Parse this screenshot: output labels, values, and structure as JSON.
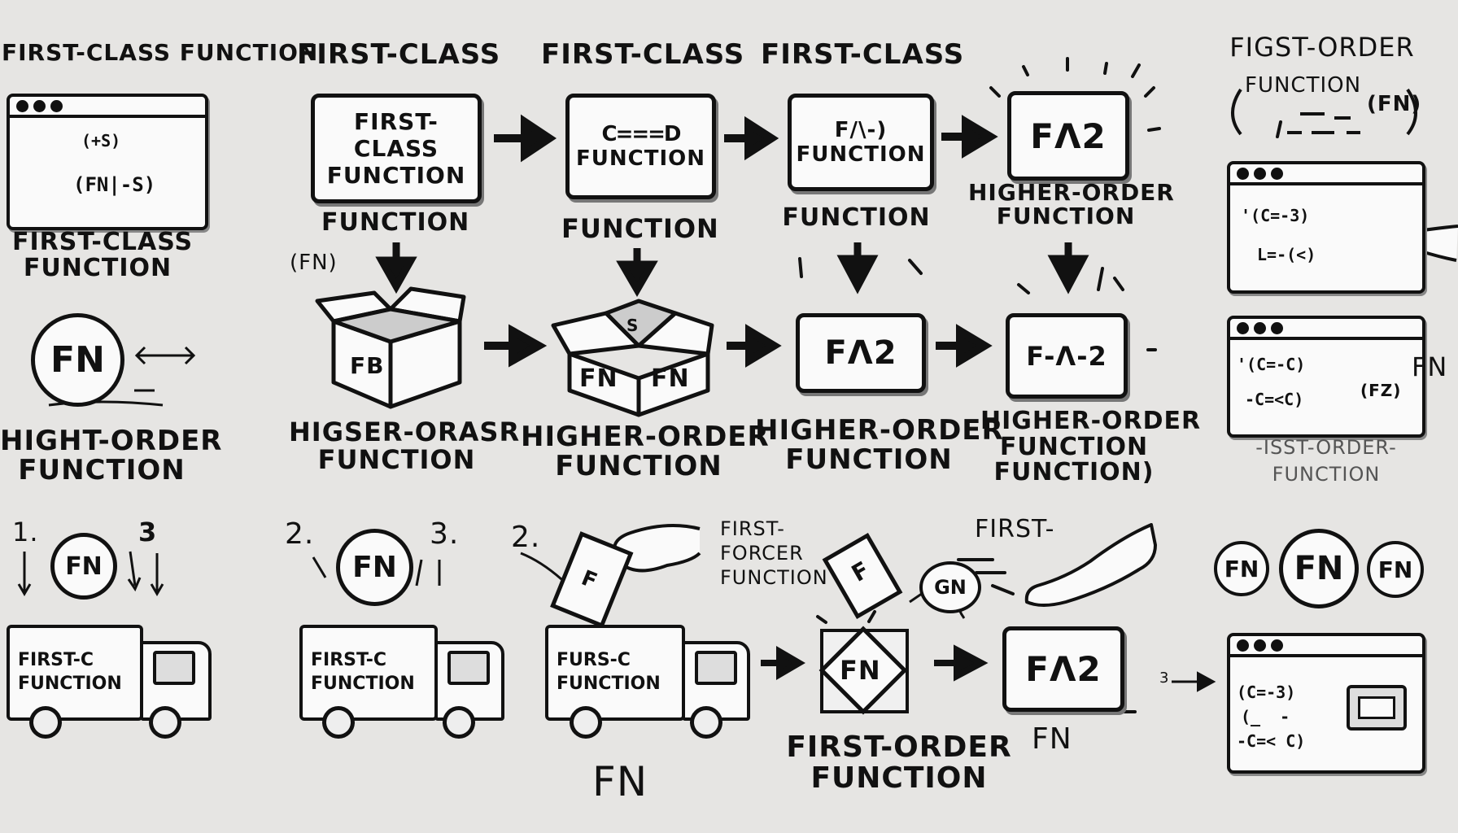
{
  "col1": {
    "top_title": "FIRST-CLASS FUNCTION",
    "window_code_l1": "(+S)",
    "window_code_l2": "(FN|-S)",
    "label_first_class_l1": "FIRST-CLASS",
    "label_first_class_l2": "FUNCTION",
    "fn_circle": "FN",
    "label_higher_order_l1": "HIGHT-ORDER",
    "label_higher_order_l2": "FUNCTION",
    "num_1": "1.",
    "num_3": "3",
    "small_fn": "FN",
    "truck_l1": "FIRST-C",
    "truck_l2": "FUNCTION"
  },
  "col2": {
    "header": "FIRST-CLASS",
    "box_l1": "FIRST-CLASS",
    "box_l2": "FUNCTION",
    "below_label": "FUNCTION",
    "fn_tag": "(FN)",
    "crate_label": "FB",
    "label_l1": "HIGSER-ORASR",
    "label_l2": "FUNCTION",
    "num_2": "2.",
    "num_3": "3.",
    "fn_circle": "FN",
    "truck_l1": "FIRST-C",
    "truck_l2": "FUNCTION"
  },
  "col3": {
    "header": "FIRST-CLASS",
    "box_l1": "C===D",
    "box_l2": "FUNCTION",
    "below_label": "FUNCTION",
    "crate_left": "FN",
    "crate_right": "FN",
    "crate_inside": "S",
    "label_l1": "HIGHER-ORDER",
    "label_l2": "FUNCTION",
    "num_2": "2.",
    "card": "F",
    "truck_l1": "FURS-C",
    "truck_l2": "FUNCTION",
    "bottom_fn": "FN"
  },
  "col4": {
    "header": "FIRST-CLASS",
    "box_l1": "F/\\-)",
    "box_l2": "FUNCTION",
    "below_label": "FUNCTION",
    "mid_box": "FΛ2",
    "label_l1": "HIGHER-ORDER",
    "label_l2": "FUNCTION",
    "first_forcer_l1": "FIRST-",
    "first_forcer_l2": "FORCER",
    "first_forcer_l3": "FUNCTION",
    "card": "F",
    "diamond": "FN",
    "bottom_label_l1": "FIRST-ORDER",
    "bottom_label_l2": "FUNCTION"
  },
  "col5": {
    "top_box": "FΛ2",
    "top_label_l1": "HIGHER-ORDER",
    "top_label_l2": "FUNCTION",
    "mid_box": "F-Λ-2",
    "label_l1": "HIGHER-ORDER",
    "label_l2": "FUNCTION",
    "label_l3": "FUNCTION)",
    "first_label": "FIRST-",
    "gn_circle": "GN",
    "bottom_box": "FΛ2",
    "bottom_fn": "FN"
  },
  "col6": {
    "title_l1": "FIGST-ORDER",
    "title_l2": "FUNCTION",
    "fn_bubble": "(FN)",
    "win1_l1": "'(C=-3)",
    "win1_l2": "L=-(<)",
    "win2_l1": "'(C=-C)",
    "win2_l2": "-C=<C)",
    "win2_badge": "(FZ)",
    "side_fn": "FN",
    "label_l1": "-ISST-ORDER-",
    "label_l2": "FUNCTION",
    "circle_1": "FN",
    "circle_2": "FN",
    "circle_3": "FN",
    "win3_l1": "(C=-3)",
    "win3_l2": "(_  -",
    "win3_l3": "-C=< C)",
    "arrow_prefix": "3"
  }
}
